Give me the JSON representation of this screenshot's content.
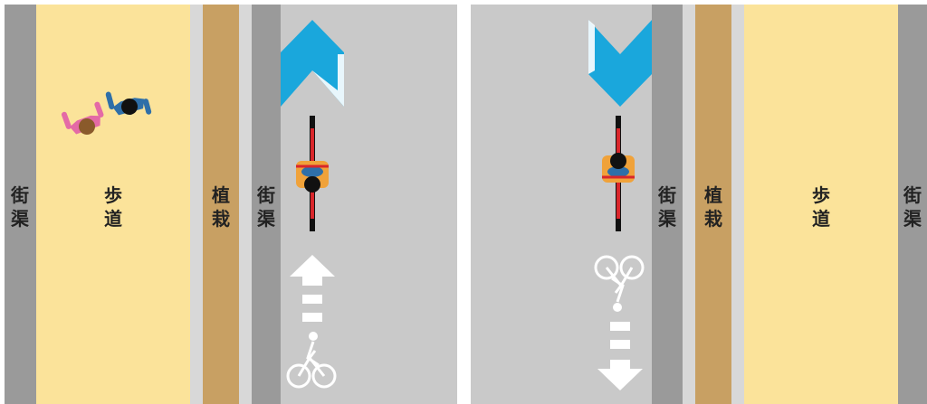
{
  "colors": {
    "gutter": "#9a9a9a",
    "sidewalk": "#fbe39a",
    "planting": "#c8a063",
    "road": "#c9c9c9",
    "arrow": "#1aa7dc",
    "bike_lane_line": "#111111",
    "bike_lane_red": "#d9262b",
    "marking": "#ffffff"
  },
  "left_panel": {
    "labels": {
      "gutter_left": "街\n渠",
      "sidewalk": "歩\n道",
      "planting": "植\n栽",
      "gutter_right": "街\n渠"
    }
  },
  "right_panel": {
    "labels": {
      "gutter_left": "街\n渠",
      "planting": "植\n栽",
      "sidewalk": "歩\n道",
      "gutter_right": "街\n渠"
    }
  }
}
